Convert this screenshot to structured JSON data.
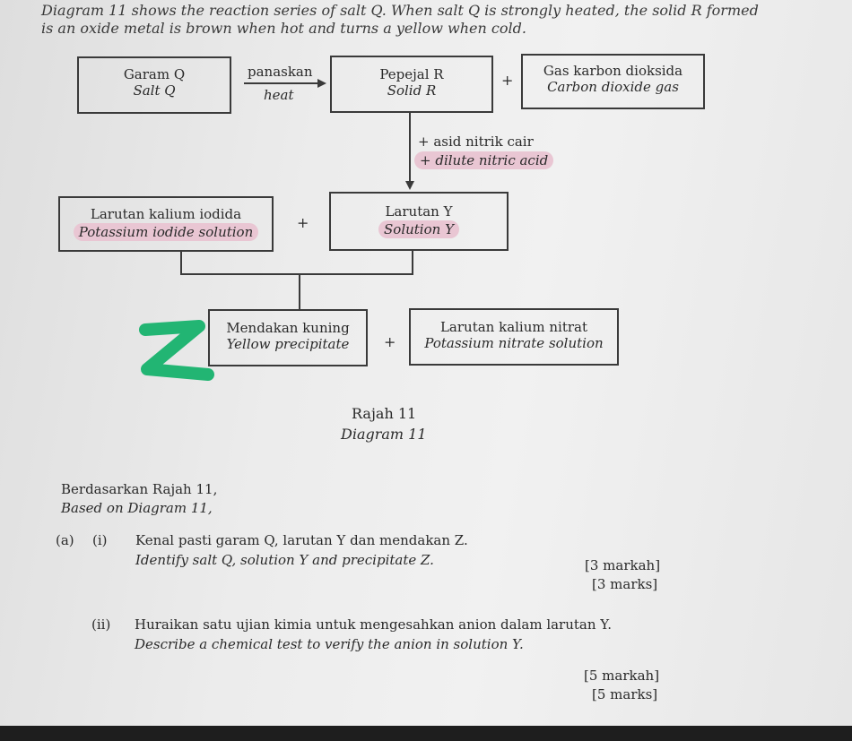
{
  "intro": {
    "line1": "Diagram 11 shows the reaction series of salt Q. When salt Q is strongly heated, the solid R formed",
    "line2": "is an oxide metal is brown when hot and turns a yellow when cold."
  },
  "diagram": {
    "salt_q": {
      "ms": "Garam Q",
      "en": "Salt Q"
    },
    "arrow_heat": {
      "ms": "panaskan",
      "en": "heat"
    },
    "solid_r": {
      "ms": "Pepejal R",
      "en": "Solid R"
    },
    "plus": "+",
    "gas": {
      "ms": "Gas karbon dioksida",
      "en": "Carbon dioxide gas"
    },
    "acid": {
      "ms": "+ asid nitrik cair",
      "en": "+ dilute nitric acid"
    },
    "ki": {
      "ms": "Larutan kalium iodida",
      "en": "Potassium iodide solution"
    },
    "solution_y": {
      "ms": "Larutan Y",
      "en": "Solution Y"
    },
    "precipitate": {
      "ms": "Mendakan kuning",
      "en": "Yellow precipitate"
    },
    "kno3": {
      "ms": "Larutan kalium nitrat",
      "en": "Potassium nitrate solution"
    },
    "z_mark": "Z",
    "caption": {
      "ms": "Rajah 11",
      "en": "Diagram 11"
    },
    "highlight_color": "#e9c6d3",
    "z_color": "#22b573"
  },
  "questions": {
    "based_ms": "Berdasarkan Rajah 11,",
    "based_en": "Based on Diagram 11,",
    "part_a": "(a)",
    "i_num": "(i)",
    "i_ms": "Kenal pasti garam Q, larutan Y dan mendakan Z.",
    "i_en": "Identify salt Q, solution Y and precipitate Z.",
    "i_marks_ms": "[3 markah]",
    "i_marks_en": "[3 marks]",
    "ii_num": "(ii)",
    "ii_ms": "Huraikan satu ujian kimia untuk mengesahkan anion dalam larutan Y.",
    "ii_en": "Describe a chemical test to verify the anion in solution Y.",
    "ii_marks_ms": "[5 markah]",
    "ii_marks_en": "[5 marks]"
  }
}
